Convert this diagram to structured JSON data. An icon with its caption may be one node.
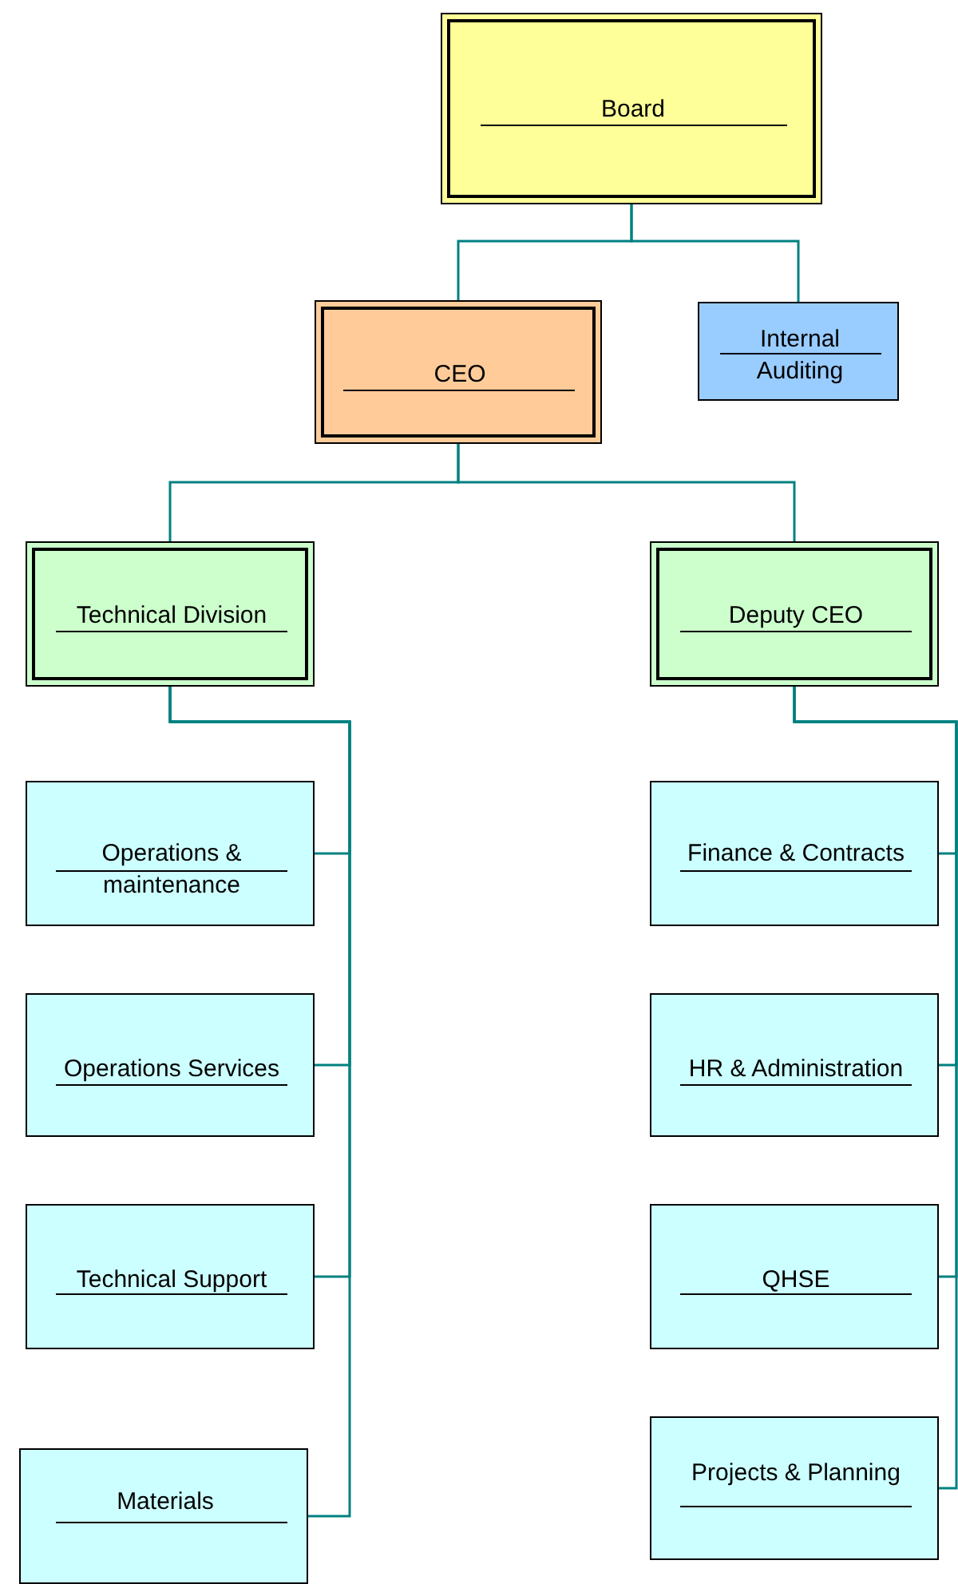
{
  "diagram": {
    "nodes": [
      {
        "text": [
          "Board"
        ]
      },
      {
        "text": [
          "CEO"
        ]
      },
      {
        "text": [
          "Internal Auditing"
        ]
      },
      {
        "text": [
          "Technical Division"
        ]
      },
      {
        "text": [
          "Deputy CEO"
        ]
      },
      {
        "text": [
          "Operations & maintenance"
        ]
      },
      {
        "text": [
          "Operations Services"
        ]
      },
      {
        "text": [
          "Technical Support"
        ]
      },
      {
        "text": [
          "Materials"
        ]
      },
      {
        "text": [
          "Finance & Contracts"
        ]
      },
      {
        "text": [
          "HR & Administration"
        ]
      },
      {
        "text": [
          "QHSE"
        ]
      },
      {
        "text": [
          "Projects & Planning"
        ]
      }
    ],
    "edges": [
      {
        "from": 0,
        "to": 1,
        "arrow": "none"
      },
      {
        "from": 0,
        "to": 2,
        "arrow": "none"
      },
      {
        "from": 1,
        "to": 3,
        "arrow": "none"
      },
      {
        "from": 1,
        "to": 4,
        "arrow": "none"
      },
      {
        "from": 3,
        "to": 5,
        "arrow": "none"
      },
      {
        "from": 3,
        "to": 6,
        "arrow": "none"
      },
      {
        "from": 3,
        "to": 7,
        "arrow": "none"
      },
      {
        "from": 3,
        "to": 8,
        "arrow": "none"
      },
      {
        "from": 4,
        "to": 9,
        "arrow": "none"
      },
      {
        "from": 4,
        "to": 10,
        "arrow": "none"
      },
      {
        "from": 4,
        "to": 11,
        "arrow": "none"
      },
      {
        "from": 4,
        "to": 12,
        "arrow": "none"
      }
    ]
  }
}
